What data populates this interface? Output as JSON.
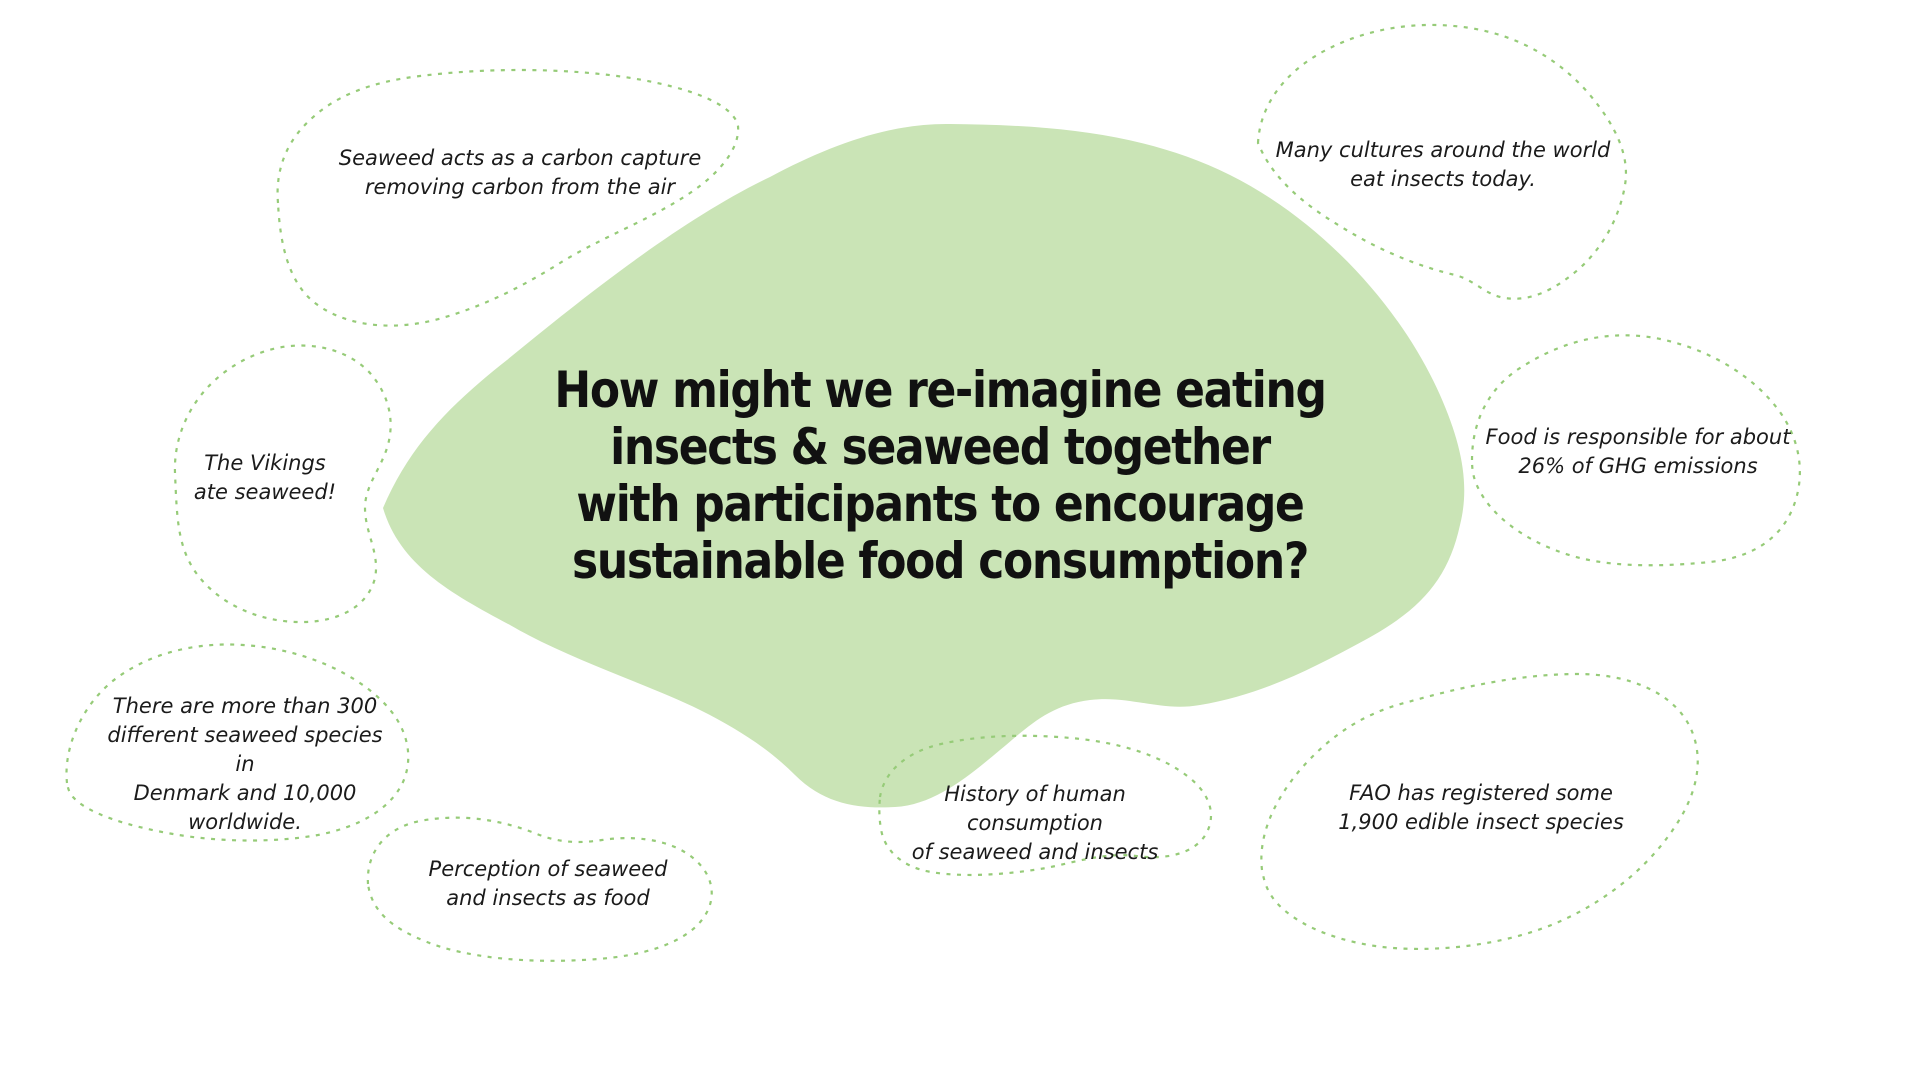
{
  "board": {
    "title": "Brainstorm map: re-imagining eating insects and seaweed"
  },
  "colors": {
    "background": "#ffffff",
    "center_blob_fill": "#cae4b6",
    "dotted_outline": "#96cb78",
    "title_text": "#111111",
    "note_text": "#1b1b1b"
  },
  "center": {
    "question": "How might we re-imagine eating\ninsects & seaweed together\nwith participants to encourage\nsustainable food consumption?"
  },
  "notes": [
    {
      "id": "seaweed-carbon-capture",
      "text": "Seaweed acts as a carbon capture\nremoving carbon from the air"
    },
    {
      "id": "cultures-eat-insects",
      "text": "Many cultures around the world\neat insects today."
    },
    {
      "id": "vikings-ate-seaweed",
      "text": "The Vikings\nate seaweed!"
    },
    {
      "id": "food-ghg-emissions",
      "text": "Food is responsible for about\n26% of GHG emissions"
    },
    {
      "id": "seaweed-species-count",
      "text": "There are more than 300\ndifferent seaweed species in\nDenmark and 10,000\nworldwide."
    },
    {
      "id": "perception-as-food",
      "text": "Perception of seaweed\nand insects as food"
    },
    {
      "id": "history-of-consumption",
      "text": "History of human consumption\nof seaweed and insects"
    },
    {
      "id": "fao-edible-species",
      "text": "FAO has registered some\n1,900 edible insect species"
    }
  ]
}
